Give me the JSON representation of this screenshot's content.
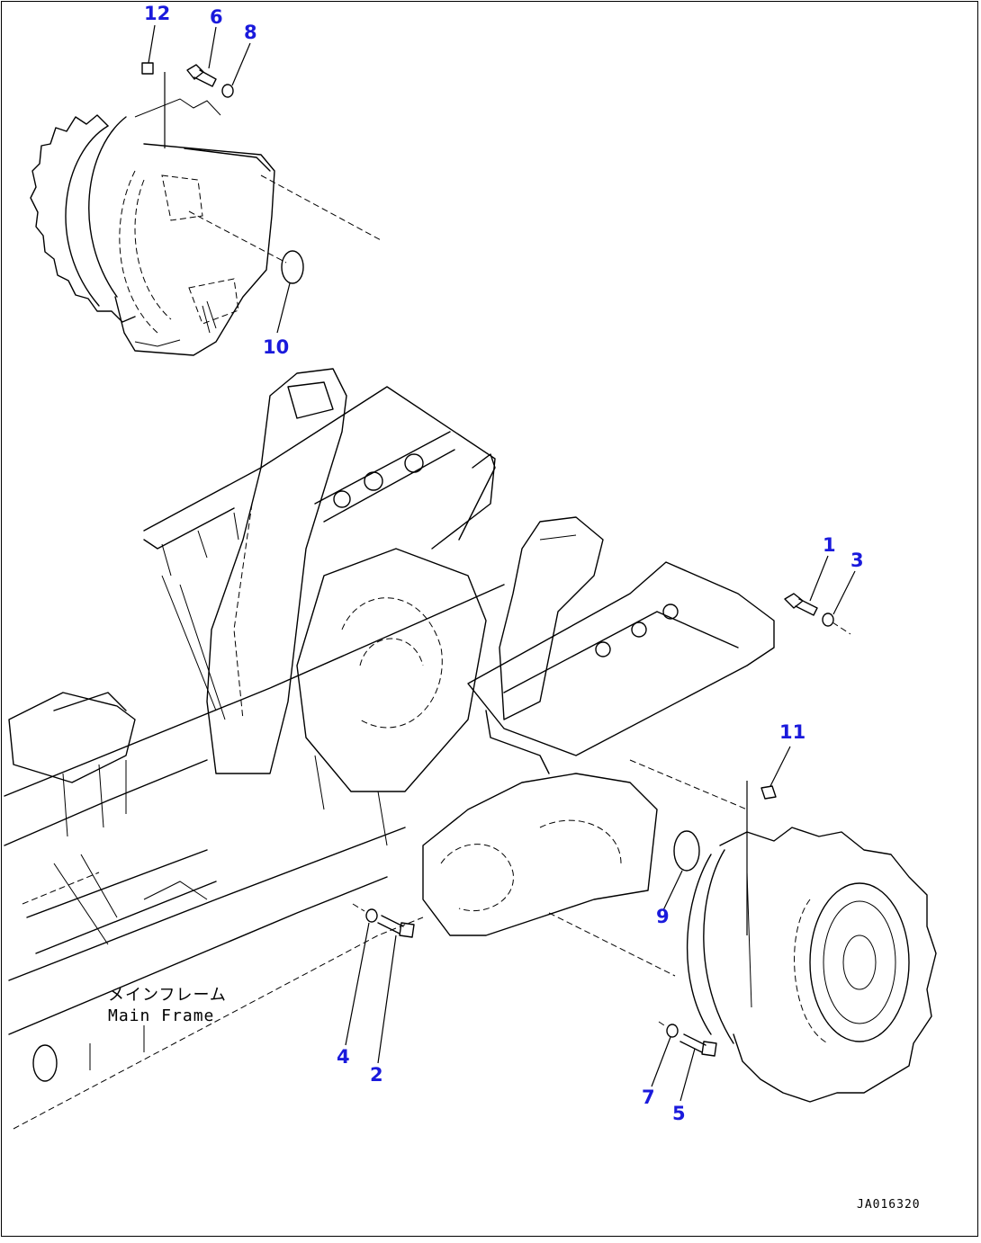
{
  "callouts": [
    {
      "id": "c12",
      "text": "12"
    },
    {
      "id": "c6",
      "text": "6"
    },
    {
      "id": "c8",
      "text": "8"
    },
    {
      "id": "c10",
      "text": "10"
    },
    {
      "id": "c1",
      "text": "1"
    },
    {
      "id": "c3",
      "text": "3"
    },
    {
      "id": "c11",
      "text": "11"
    },
    {
      "id": "c9",
      "text": "9"
    },
    {
      "id": "c4",
      "text": "4"
    },
    {
      "id": "c2",
      "text": "2"
    },
    {
      "id": "c7",
      "text": "7"
    },
    {
      "id": "c5",
      "text": "5"
    }
  ],
  "labels": {
    "main_frame_jp": "メインフレーム",
    "main_frame_en": "Main Frame"
  },
  "drawing_code": "JA016320",
  "colors": {
    "callout": "#1a1adc",
    "line": "#000000",
    "background": "#ffffff"
  }
}
